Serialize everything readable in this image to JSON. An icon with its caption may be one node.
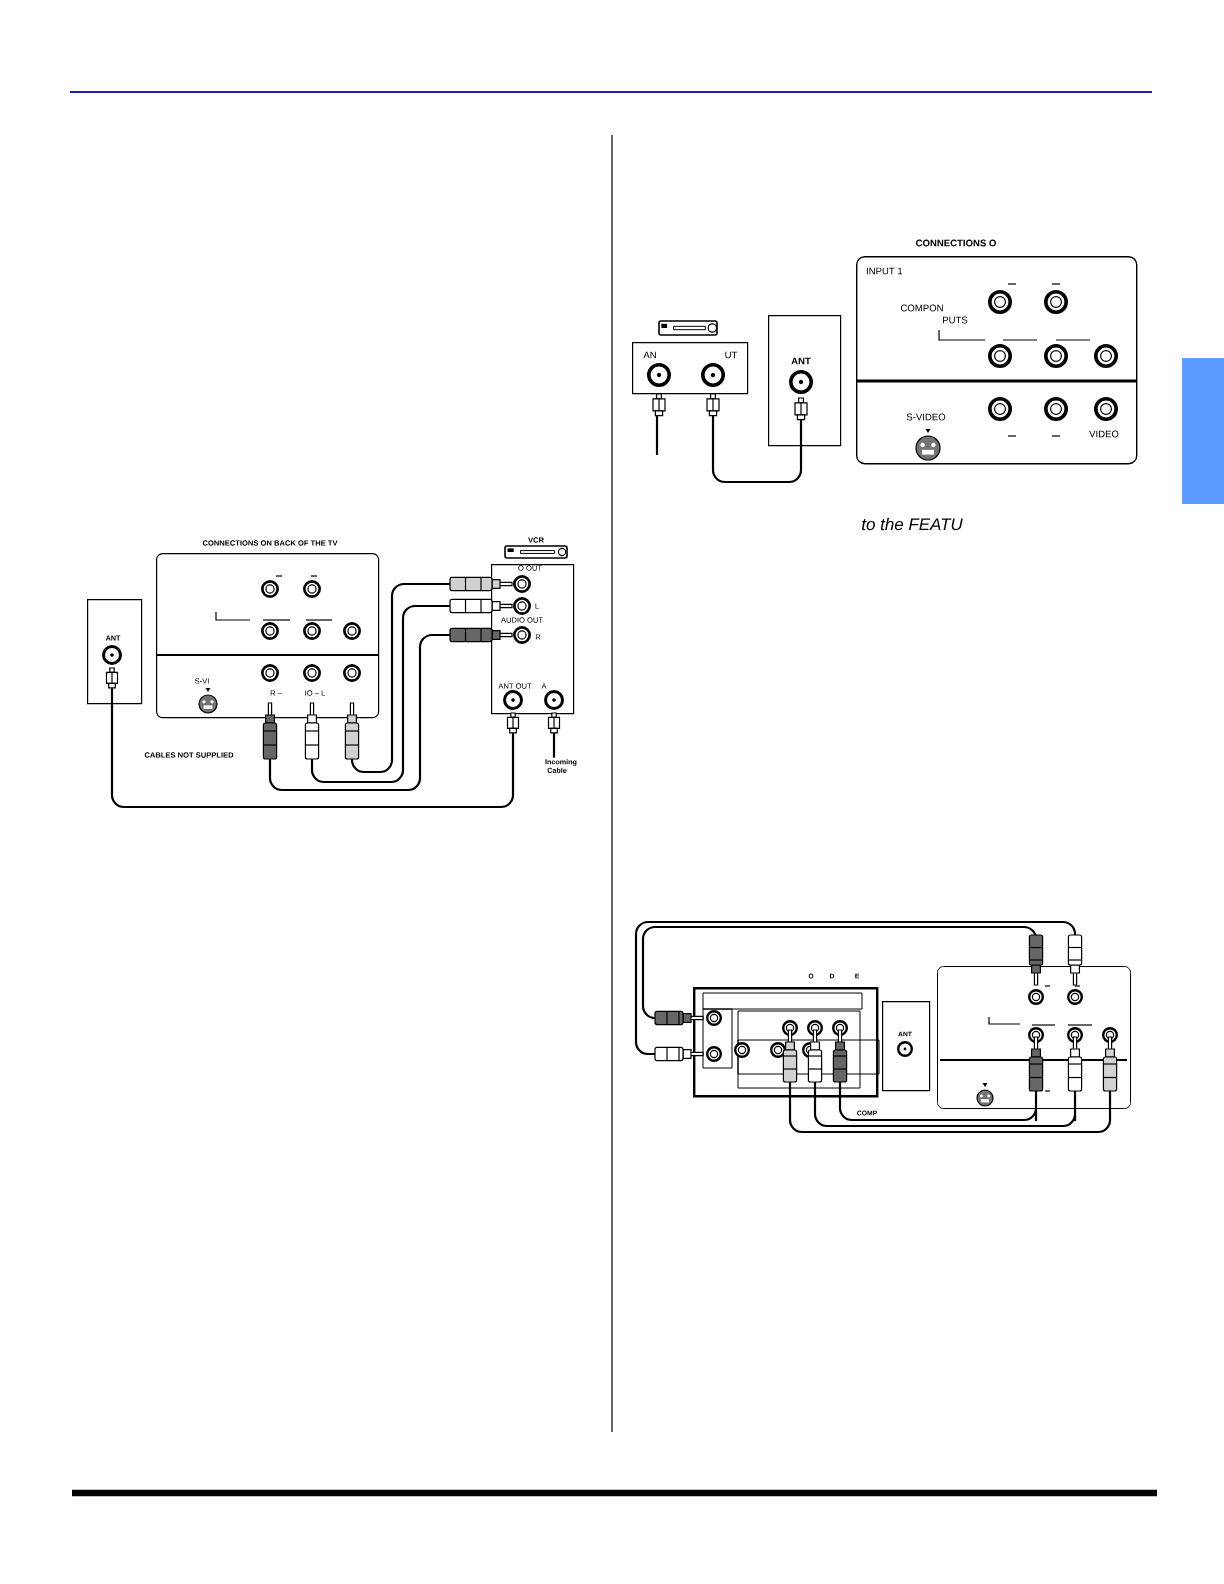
{
  "diagram": {
    "nodes": [
      {
        "text": [
          "ANT"
        ]
      },
      {
        "text": [
          "CONNECTIONS ON BACK OF THE TV",
          "S-VI",
          "R –",
          "IO – L"
        ]
      },
      {
        "text": [
          "VCR",
          "O OUT",
          "L",
          "AUDIO OUT",
          "R",
          "ANT OUT",
          "A"
        ]
      },
      {
        "text": [
          "Incoming Cable"
        ]
      },
      {
        "text": [
          "CONNECTIONS O",
          "INPUT 1",
          "COMPON",
          "PUTS",
          "S-VIDEO",
          "VIDEO"
        ]
      },
      {
        "text": [
          "AN",
          "UT"
        ]
      },
      {
        "text": [
          "ANT"
        ]
      },
      {
        "text": [],
        "shape": "box"
      },
      {
        "text": [
          "ANT"
        ]
      },
      {
        "text": [],
        "shape": "box"
      }
    ],
    "edges": [
      {
        "from": 2,
        "to": 1,
        "arrow": "other"
      },
      {
        "from": 2,
        "to": 1,
        "arrow": "other"
      },
      {
        "from": 2,
        "to": 1,
        "arrow": "other"
      },
      {
        "from": 2,
        "to": 0,
        "arrow": "other"
      },
      {
        "from": 3,
        "to": 2,
        "arrow": "other"
      },
      {
        "from": 5,
        "to": 6,
        "arrow": "other"
      },
      {
        "from": 5,
        "to": null,
        "arrow": "other"
      },
      {
        "from": 9,
        "to": 7,
        "arrow": "other"
      },
      {
        "from": 9,
        "to": 7,
        "arrow": "other"
      },
      {
        "from": 7,
        "to": 9,
        "arrow": "other"
      },
      {
        "from": 7,
        "to": 9,
        "arrow": "other"
      },
      {
        "from": 7,
        "to": 9,
        "arrow": "other"
      }
    ],
    "labels": [
      "CABLES NOT SUPPLIED",
      "to the FEATU",
      "O",
      "D",
      "E",
      "COMP"
    ]
  }
}
